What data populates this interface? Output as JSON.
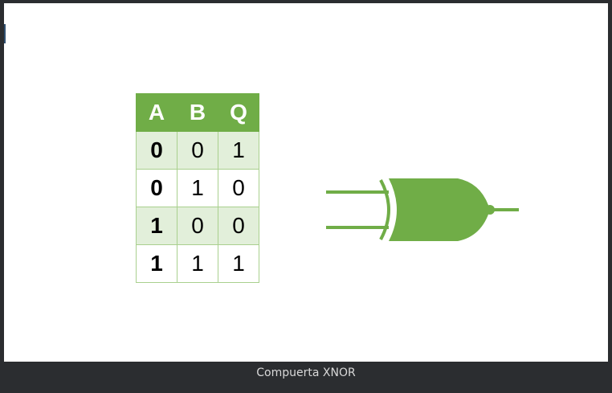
{
  "truth_table": {
    "headers": [
      "A",
      "B",
      "Q"
    ],
    "rows": [
      [
        "0",
        "0",
        "1"
      ],
      [
        "0",
        "1",
        "0"
      ],
      [
        "1",
        "0",
        "0"
      ],
      [
        "1",
        "1",
        "1"
      ]
    ]
  },
  "gate": {
    "icon": "xnor-gate-icon",
    "color": "#70ad47"
  },
  "colors": {
    "header_fill": "#70ad47",
    "band_fill": "#e2efda",
    "caption_bar": "#2b2d30"
  },
  "caption": "Compuerta XNOR"
}
